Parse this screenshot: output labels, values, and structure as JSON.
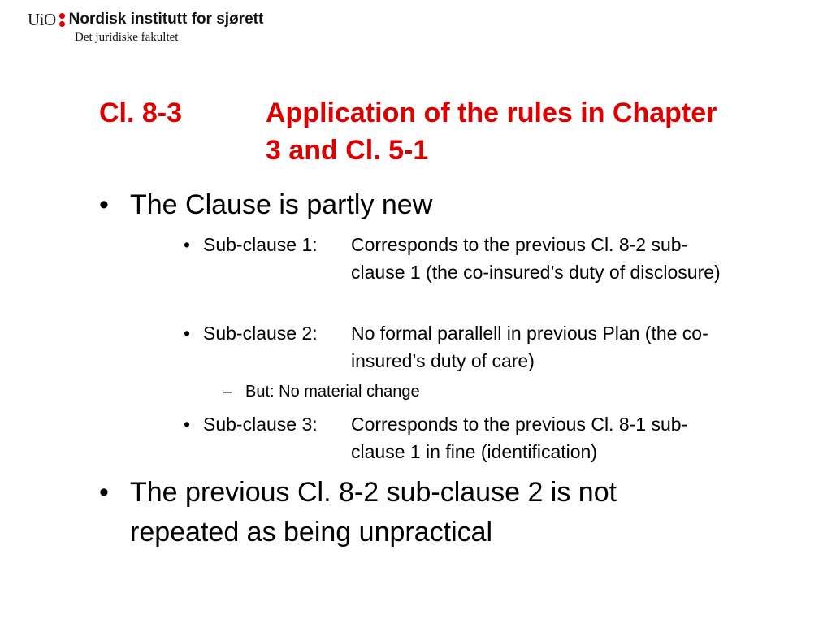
{
  "header": {
    "uio": "UiO",
    "institute": "Nordisk institutt for sjørett",
    "faculty": "Det juridiske fakultet"
  },
  "title": {
    "number": "Cl. 8-3",
    "text": "Application of the rules in Chapter 3 and Cl. 5-1"
  },
  "bullets": {
    "b1": "The Clause is partly new",
    "s1": {
      "label": "Sub-clause 1:",
      "desc": "Corresponds to the previous Cl. 8-2 sub-clause 1 (the co-insured’s duty of disclosure)"
    },
    "s2": {
      "label": "Sub-clause 2:",
      "desc": "No formal parallell in previous Plan (the co-insured’s duty of care)"
    },
    "s2_sub": "But: No material change",
    "s3": {
      "label": "Sub-clause 3:",
      "desc": "Corresponds to the previous Cl. 8-1 sub-clause 1 in fine (identification)"
    },
    "b2": "The previous Cl. 8-2 sub-clause 2 is not repeated as being unpractical"
  },
  "colors": {
    "title": "#dd0000",
    "logo_dots": "#dd0000"
  }
}
